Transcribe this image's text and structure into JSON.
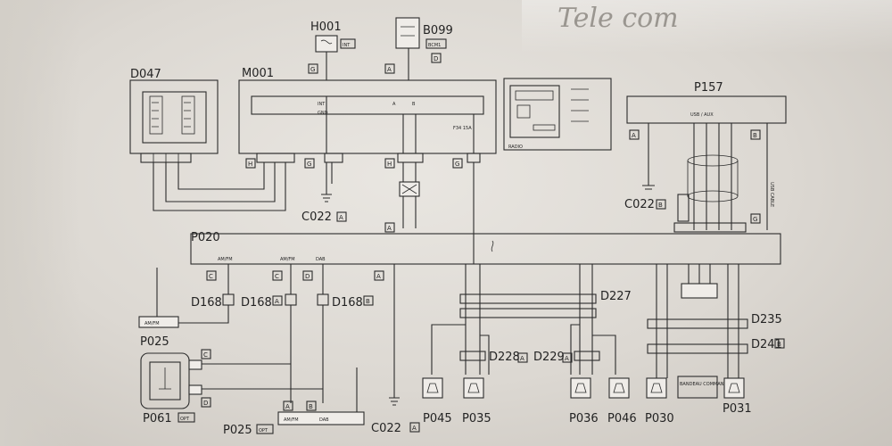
{
  "handwriting": "Tele com",
  "components": {
    "d047": "D047",
    "m001": "M001",
    "h001": "H001",
    "b099": "B099",
    "p157": "P157",
    "p020": "P020",
    "c022": "C022",
    "d168": "D168",
    "p025": "P025",
    "p061": "P061",
    "d227": "D227",
    "d228": "D228",
    "d229": "D229",
    "d235": "D235",
    "d241": "D241",
    "p045": "P045",
    "p035": "P035",
    "p036": "P036",
    "p046": "P046",
    "p030": "P030",
    "p031": "P031"
  },
  "tags": {
    "A": "A",
    "B": "B",
    "C": "C",
    "D": "D",
    "G": "G",
    "H": "H",
    "opt": "OPT",
    "int": "INT",
    "bcm": "BCM1"
  },
  "inner": {
    "amfm": "AM/FM",
    "dab": "DAB",
    "int": "INT",
    "gnd": "GND",
    "a": "A",
    "b": "B",
    "fuse": "F34 15A",
    "radio": "RADIO",
    "bandeau": "BANDEAU COMMANDE",
    "usb": "USB / AUX",
    "usbcable": "USB CABLE"
  }
}
